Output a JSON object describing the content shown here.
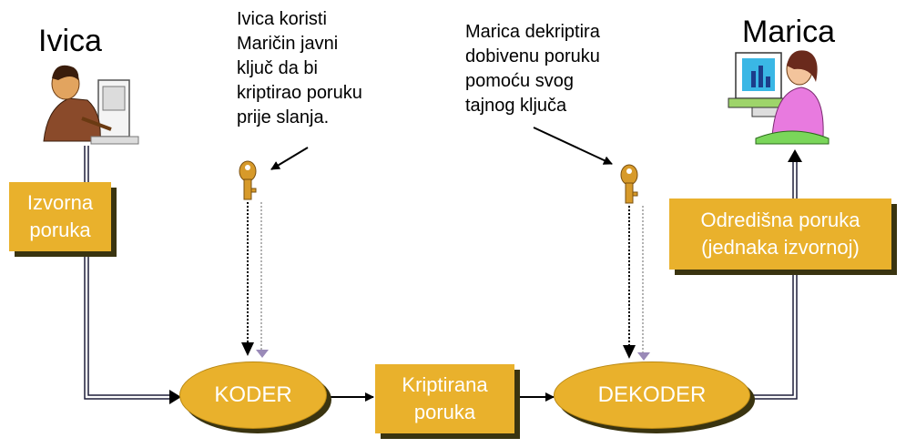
{
  "actors": {
    "sender": "Ivica",
    "receiver": "Marica"
  },
  "notes": {
    "encrypt": "Ivica koristi\nMaričin javni\nključ da bi\nkriptirao poruku\nprije slanja.",
    "decrypt": "Marica dekriptira\ndobivenu poruku\npomoću svog\ntajnog ključa"
  },
  "boxes": {
    "source": "Izvorna\nporuka",
    "encrypted": "Kriptirana\nporuka",
    "destination": "Odredišna  poruka\n(jednaka izvornoj)"
  },
  "nodes": {
    "encoder": "KODER",
    "decoder": "DEKODER"
  },
  "icons": {
    "sender_figure": "man-at-computer-icon",
    "receiver_figure": "woman-at-computer-icon",
    "public_key": "key-icon",
    "private_key": "key-icon"
  },
  "colors": {
    "box_fill": "#e9b12c",
    "shadow": "#3a3410",
    "text_light": "#ffffff"
  }
}
